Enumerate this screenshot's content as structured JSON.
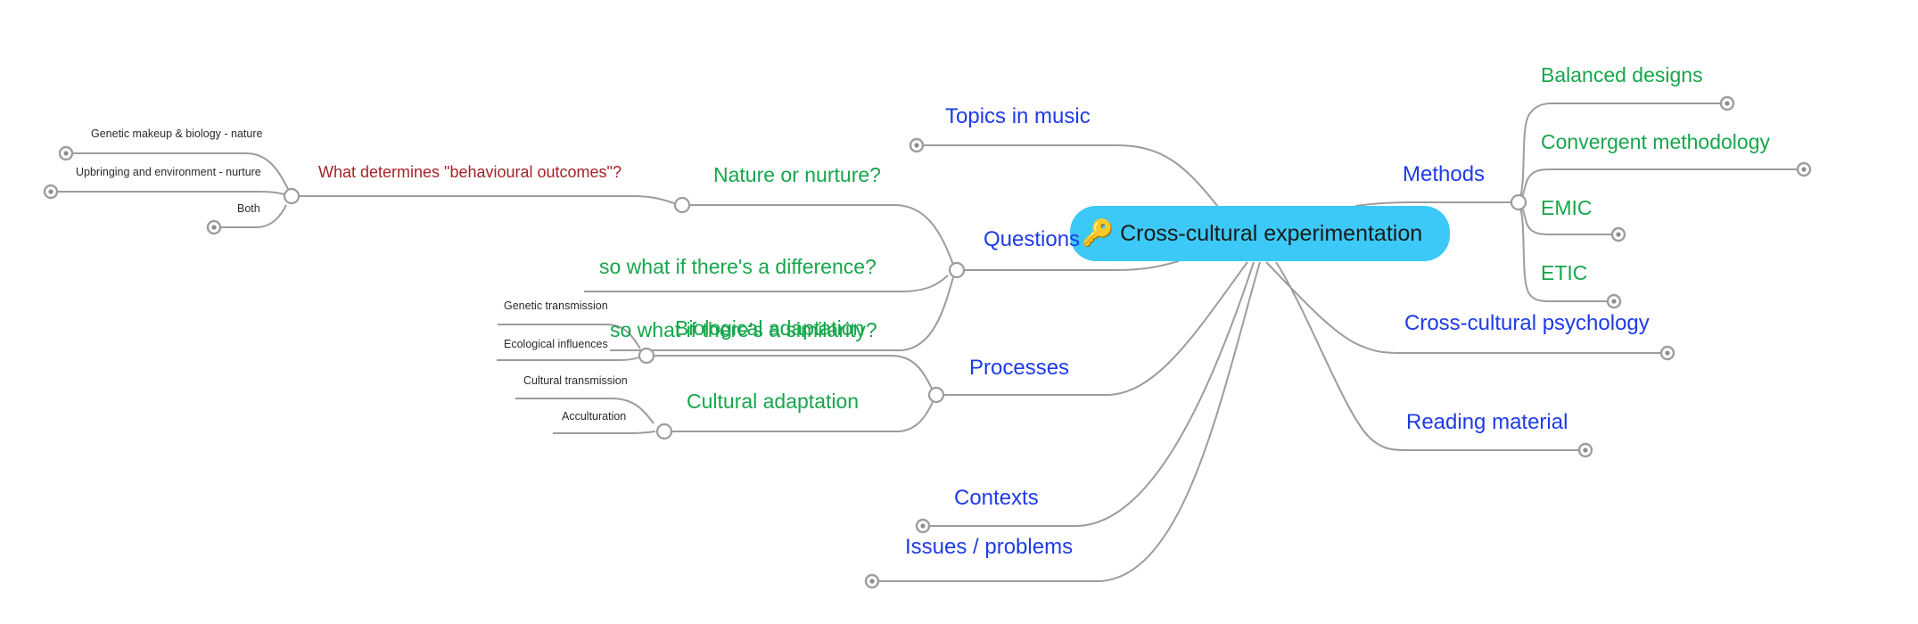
{
  "palette": {
    "node_fill": "#3cc9f8",
    "node_text": "#1a1a1a",
    "branch_blue": "#1e3be6",
    "branch_green": "#16a64b",
    "branch_red": "#a52227",
    "leaf_text": "#2b2b2b",
    "line_gray": "#9c9c9c",
    "dot_gray": "#8d8d8d"
  },
  "mindmap": {
    "root": {
      "icon": "key-icon",
      "icon_glyph": "🔑",
      "label": "Cross-cultural experimentation"
    },
    "branches": {
      "topics_in_music": {
        "label": "Topics in music"
      },
      "questions": {
        "label": "Questions",
        "children": {
          "nature_or_nurture": {
            "label": "Nature or nurture?",
            "children": {
              "what_determines": {
                "label": "What determines \"behavioural outcomes\"?",
                "children": {
                  "genetic_makeup": {
                    "label": "Genetic makeup & biology - nature"
                  },
                  "upbringing": {
                    "label": "Upbringing and environment - nurture"
                  },
                  "both": {
                    "label": "Both"
                  }
                }
              }
            }
          },
          "difference": {
            "label": "so what if there's a difference?"
          },
          "similarity": {
            "label": "so what if there's a similarity?"
          }
        }
      },
      "processes": {
        "label": "Processes",
        "children": {
          "biological_adaptation": {
            "label": "Biological adaptation",
            "children": {
              "genetic_transmission": {
                "label": "Genetic transmission"
              },
              "ecological_influences": {
                "label": "Ecological influences"
              }
            }
          },
          "cultural_adaptation": {
            "label": "Cultural adaptation",
            "children": {
              "cultural_transmission": {
                "label": "Cultural transmission"
              },
              "acculturation": {
                "label": "Acculturation"
              }
            }
          }
        }
      },
      "methods": {
        "label": "Methods",
        "children": {
          "balanced_designs": {
            "label": "Balanced designs"
          },
          "convergent_methodology": {
            "label": "Convergent methodology"
          },
          "emic": {
            "label": "EMIC"
          },
          "etic": {
            "label": "ETIC"
          }
        }
      },
      "cross_cultural_psychology": {
        "label": "Cross-cultural psychology"
      },
      "reading_material": {
        "label": "Reading material"
      },
      "contexts": {
        "label": "Contexts"
      },
      "issues_problems": {
        "label": "Issues / problems"
      }
    }
  }
}
